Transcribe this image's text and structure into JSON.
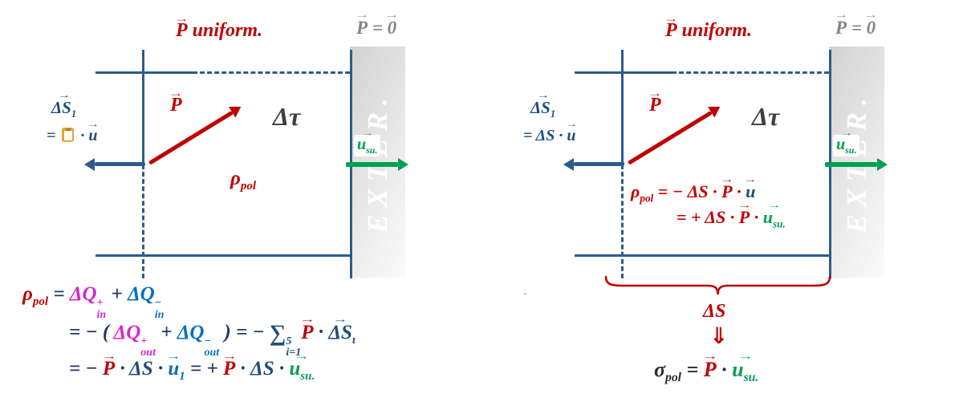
{
  "colors": {
    "line_blue": "#2e5b8c",
    "navy_text": "#1f4e79",
    "dark_red": "#c00000",
    "bright_blue": "#0070c0",
    "magenta": "#d926c9",
    "green": "#00a050",
    "gray_label": "#848484",
    "equation_ink": "#1f3864",
    "tau_gray": "#3f3f3f"
  },
  "panels": {
    "left": {
      "uniform_label": {
        "p": "P",
        "text": " uniform."
      },
      "zero_label": {
        "p": "P",
        "eq": " = ",
        "zero": "0"
      },
      "exterior_label": "EXTER.",
      "ds1_label": {
        "base": "ΔS",
        "sub": "1"
      },
      "ds1_formula": {
        "eq": "= ",
        "icon": "clipboard-icon",
        "dot": " · ",
        "u": "u"
      },
      "p_arrow_label": "P",
      "delta_tau": "Δτ",
      "rho_pol": {
        "base": "ρ",
        "sub": "pol"
      },
      "u_surface": {
        "base": "u",
        "sub": "su."
      }
    },
    "right": {
      "uniform_label": {
        "p": "P",
        "text": " uniform."
      },
      "zero_label": {
        "p": "P",
        "eq": " = ",
        "zero": "0"
      },
      "exterior_label": "EXTER.",
      "ds1_label": {
        "base": "ΔS",
        "sub": "1"
      },
      "ds1_formula": {
        "eq": "= ",
        "ds": "ΔS",
        "dot": " · ",
        "u": "u"
      },
      "p_arrow_label": "P",
      "delta_tau": "Δτ",
      "u_surface": {
        "base": "u",
        "sub": "su."
      },
      "inner_eq_line1": {
        "rho": "ρ",
        "rho_sub": "pol",
        "eq1": " = − ",
        "ds": "ΔS",
        "dot1": " · ",
        "p": "P",
        "dot2": " · ",
        "u": "u"
      },
      "inner_eq_line2": {
        "eq1": "= + ",
        "ds": "ΔS",
        "dot1": " · ",
        "p": "P",
        "dot2": " · ",
        "u": "u",
        "u_sub": "su."
      },
      "brace_label": "ΔS",
      "implies_arrow": "⇓",
      "sigma_eq": {
        "sigma": "σ",
        "sigma_sub": "pol",
        "eq": " = ",
        "p": "P",
        "dot": " · ",
        "u": "u",
        "u_sub": "su."
      }
    }
  },
  "equations": {
    "line1": {
      "rho": "ρ",
      "rho_sub": "pol",
      "eq": " = ",
      "q1": "ΔQ",
      "q1_sup": "+",
      "q1_sub": "in",
      "plus": " + ",
      "q2": "ΔQ",
      "q2_sup": "−",
      "q2_sub": "in"
    },
    "line2": {
      "open": "= − ( ",
      "q1": "ΔQ",
      "q1_sup": "+",
      "q1_sub": "out",
      "plus": " + ",
      "q2": "ΔQ",
      "q2_sup": "−",
      "q2_sub": "out",
      "close": " ) = − ",
      "sum": "∑",
      "sum_sup": "5",
      "sum_sub": "i=1",
      "p": "P",
      "dot": " · ",
      "ds": "ΔS",
      "ds_sub": "ι"
    },
    "line3": {
      "eq1": "= − ",
      "p1": "P",
      "dot1": " · ",
      "ds1": "ΔS",
      "dot2": " · ",
      "u1": "u",
      "u1_sub": "1",
      "eq2": " = + ",
      "p2": "P",
      "dot3": " · ",
      "ds2": "ΔS",
      "dot4": " · ",
      "u2": "u",
      "u2_sub": "su."
    }
  },
  "stray_mark": "·"
}
